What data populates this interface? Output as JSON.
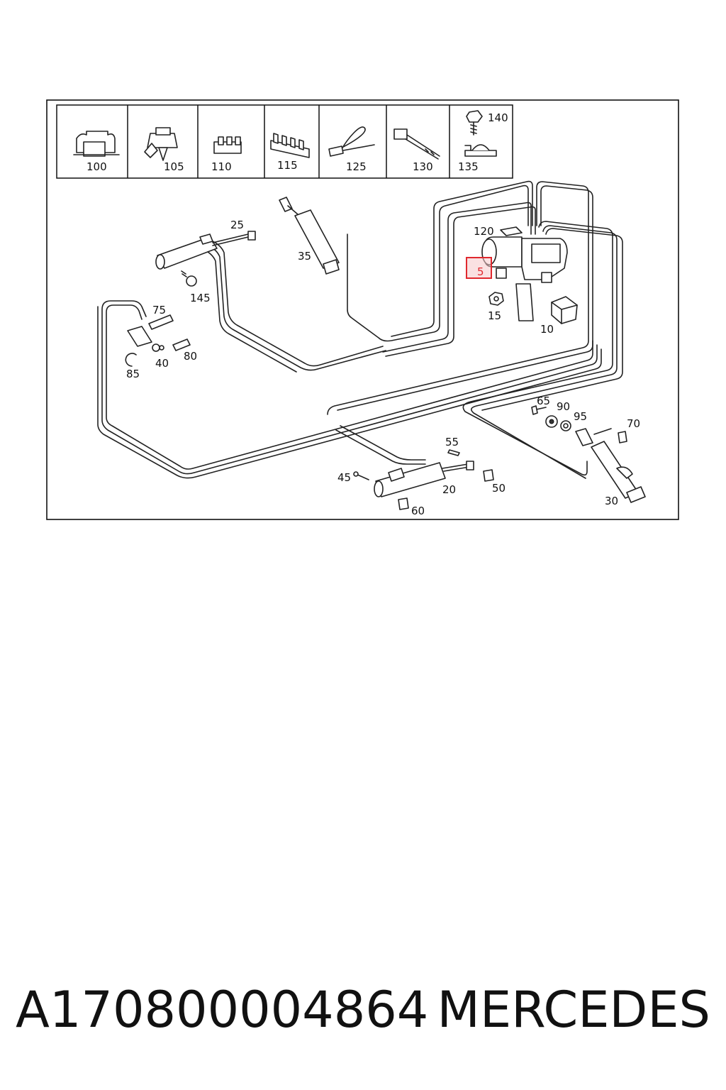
{
  "labels": {
    "p100": "100",
    "p105": "105",
    "p110": "110",
    "p115": "115",
    "p125": "125",
    "p130": "130",
    "p135": "135",
    "p140": "140",
    "p120": "120",
    "p5": "5",
    "p15": "15",
    "p10": "10",
    "p25": "25",
    "p35": "35",
    "p145": "145",
    "p75": "75",
    "p80": "80",
    "p40": "40",
    "p85": "85",
    "p65": "65",
    "p90": "90",
    "p95": "95",
    "p70": "70",
    "p55": "55",
    "p45": "45",
    "p50": "50",
    "p20": "20",
    "p60": "60",
    "p30": "30"
  },
  "footer": {
    "part_number": "A170800004864",
    "brand": "MERCEDES"
  },
  "colors": {
    "highlight": "#e0282e",
    "highlight_fill": "#f6c9cb"
  }
}
